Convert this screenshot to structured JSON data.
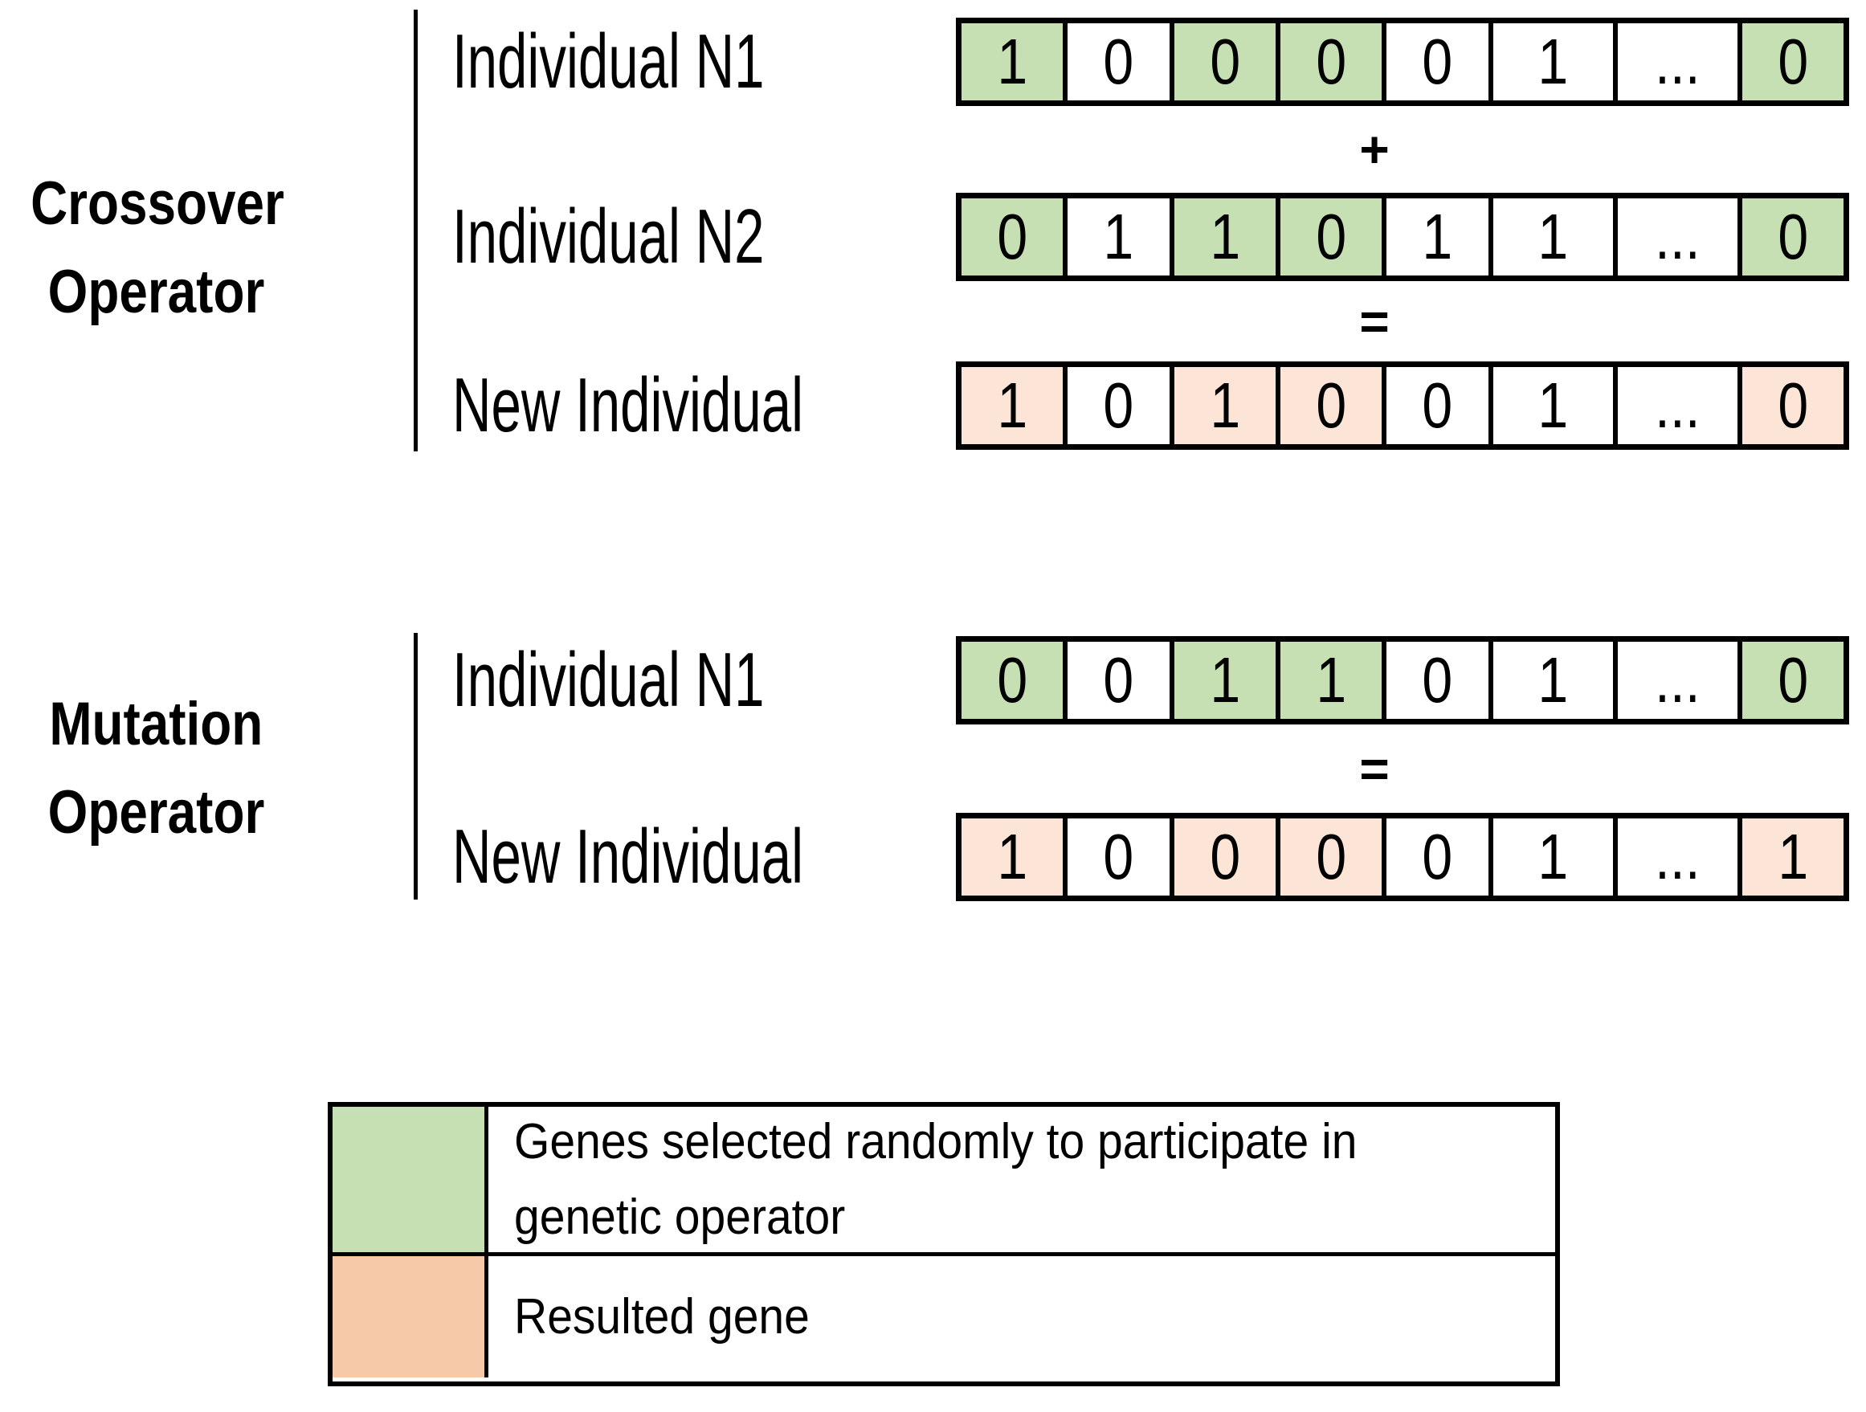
{
  "colors": {
    "selected_green": "#c6e0b4",
    "result_peach": "#fce4d6",
    "legend_result_orange": "#f6c9a8",
    "border_black": "#000000"
  },
  "crossover": {
    "title_lines": [
      "Crossover",
      "Operator"
    ],
    "plus": "+",
    "equals": "=",
    "rows": [
      {
        "label": "Individual N1",
        "cells": [
          {
            "value": "1",
            "highlight": "selected"
          },
          {
            "value": "0",
            "highlight": "none"
          },
          {
            "value": "0",
            "highlight": "selected"
          },
          {
            "value": "0",
            "highlight": "selected"
          },
          {
            "value": "0",
            "highlight": "none"
          },
          {
            "value": "1",
            "highlight": "none"
          },
          {
            "value": "...",
            "highlight": "none"
          },
          {
            "value": "0",
            "highlight": "selected"
          }
        ]
      },
      {
        "label": "Individual N2",
        "cells": [
          {
            "value": "0",
            "highlight": "selected"
          },
          {
            "value": "1",
            "highlight": "none"
          },
          {
            "value": "1",
            "highlight": "selected"
          },
          {
            "value": "0",
            "highlight": "selected"
          },
          {
            "value": "1",
            "highlight": "none"
          },
          {
            "value": "1",
            "highlight": "none"
          },
          {
            "value": "...",
            "highlight": "none"
          },
          {
            "value": "0",
            "highlight": "selected"
          }
        ]
      },
      {
        "label": "New Individual",
        "cells": [
          {
            "value": "1",
            "highlight": "result"
          },
          {
            "value": "0",
            "highlight": "none"
          },
          {
            "value": "1",
            "highlight": "result"
          },
          {
            "value": "0",
            "highlight": "result"
          },
          {
            "value": "0",
            "highlight": "none"
          },
          {
            "value": "1",
            "highlight": "none"
          },
          {
            "value": "...",
            "highlight": "none"
          },
          {
            "value": "0",
            "highlight": "result"
          }
        ]
      }
    ]
  },
  "mutation": {
    "title_lines": [
      "Mutation",
      "Operator"
    ],
    "equals": "=",
    "rows": [
      {
        "label": "Individual N1",
        "cells": [
          {
            "value": "0",
            "highlight": "selected"
          },
          {
            "value": "0",
            "highlight": "none"
          },
          {
            "value": "1",
            "highlight": "selected"
          },
          {
            "value": "1",
            "highlight": "selected"
          },
          {
            "value": "0",
            "highlight": "none"
          },
          {
            "value": "1",
            "highlight": "none"
          },
          {
            "value": "...",
            "highlight": "none"
          },
          {
            "value": "0",
            "highlight": "selected"
          }
        ]
      },
      {
        "label": "New Individual",
        "cells": [
          {
            "value": "1",
            "highlight": "result"
          },
          {
            "value": "0",
            "highlight": "none"
          },
          {
            "value": "0",
            "highlight": "result"
          },
          {
            "value": "0",
            "highlight": "result"
          },
          {
            "value": "0",
            "highlight": "none"
          },
          {
            "value": "1",
            "highlight": "none"
          },
          {
            "value": "...",
            "highlight": "none"
          },
          {
            "value": "1",
            "highlight": "result"
          }
        ]
      }
    ]
  },
  "legend": {
    "selected_lines": [
      "Genes selected randomly to participate in",
      "genetic operator"
    ],
    "result_label": "Resulted gene"
  }
}
